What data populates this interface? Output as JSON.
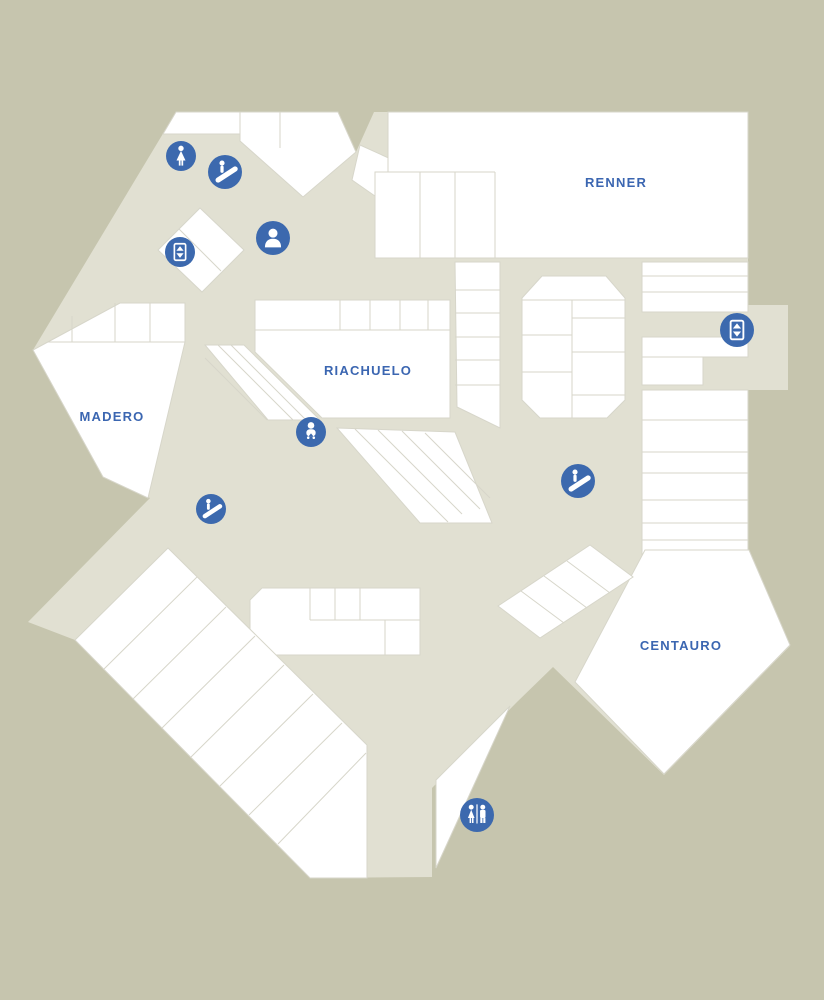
{
  "map": {
    "title": "mall-floor-plan",
    "colors": {
      "background": "#c6c5ae",
      "corridor": "#e1e0d2",
      "shop_fill": "#ffffff",
      "shop_outline": "#d7d6ca",
      "badge_blue": "#3c69ae",
      "label_blue": "#3b66b1"
    },
    "stores": [
      {
        "id": "renner",
        "label": "RENNER"
      },
      {
        "id": "riachuelo",
        "label": "RIACHUELO"
      },
      {
        "id": "madero",
        "label": "MADERO"
      },
      {
        "id": "centauro",
        "label": "CENTAURO"
      }
    ],
    "amenities": [
      {
        "type": "womens-restroom-icon"
      },
      {
        "type": "escalator-icon"
      },
      {
        "type": "elevator-icon"
      },
      {
        "type": "concierge-icon"
      },
      {
        "type": "baby-care-icon"
      },
      {
        "type": "escalator-icon"
      },
      {
        "type": "escalator-icon"
      },
      {
        "type": "elevator-icon"
      },
      {
        "type": "family-restroom-icon"
      }
    ]
  }
}
